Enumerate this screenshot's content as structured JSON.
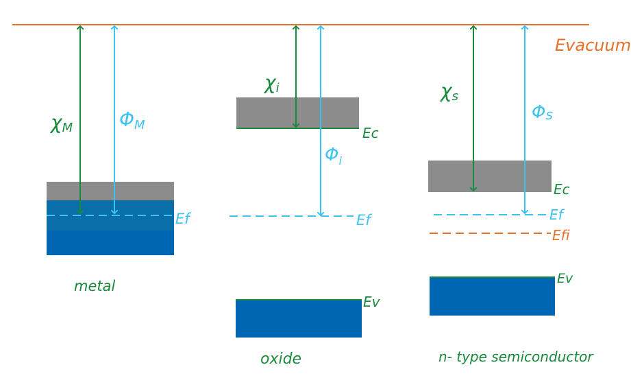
{
  "colors": {
    "vacuum": "#e8712a",
    "green": "#1a8a3c",
    "cyan": "#3cc3f2",
    "gray": "#8c8c8c",
    "blue": "#0066b3",
    "blue_mid": "#0a6fa8",
    "orange": "#e8712a"
  },
  "labels": {
    "evacuum": "Evacuum",
    "metal": {
      "chi": "χ",
      "chi_sub": "M",
      "phi": "Φ",
      "phi_sub": "M",
      "ef": "Ef",
      "name": "metal"
    },
    "oxide": {
      "chi": "χ",
      "chi_sub": "i",
      "phi": "Φ",
      "phi_sub": "i",
      "ec": "Ec",
      "ef": "Ef",
      "ev": "Ev",
      "name": "oxide"
    },
    "semiconductor": {
      "chi": "χ",
      "chi_sub": "s",
      "phi": "Φ",
      "phi_sub": "s",
      "ec": "Ec",
      "ef": "Ef",
      "efi": "Efi",
      "ev": "Ev",
      "name": "n- type semiconductor"
    }
  }
}
